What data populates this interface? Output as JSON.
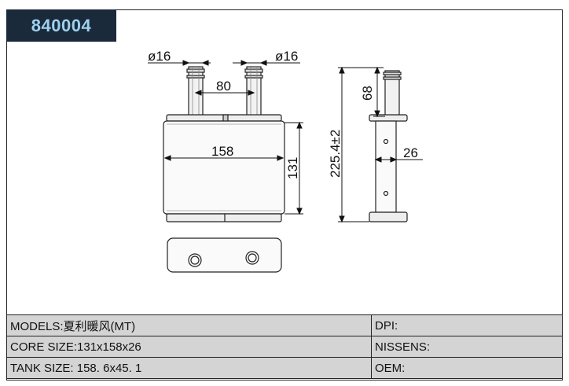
{
  "part_number": "840004",
  "dimensions": {
    "inlet_diameter_left": "ø16",
    "inlet_diameter_right": "ø16",
    "pipe_spacing": "80",
    "core_width": "158",
    "core_height": "131",
    "overall_height": "225.4±2",
    "pipe_length": "68",
    "core_depth": "26"
  },
  "spec_table": {
    "models": "MODELS:夏利暖风(MT)",
    "core_size": "CORE SIZE:131x158x26",
    "tank_size": "TANK SIZE: 158. 6x45. 1",
    "dpi": "DPI:",
    "nissens": "NISSENS:",
    "oem": "OEM:"
  }
}
